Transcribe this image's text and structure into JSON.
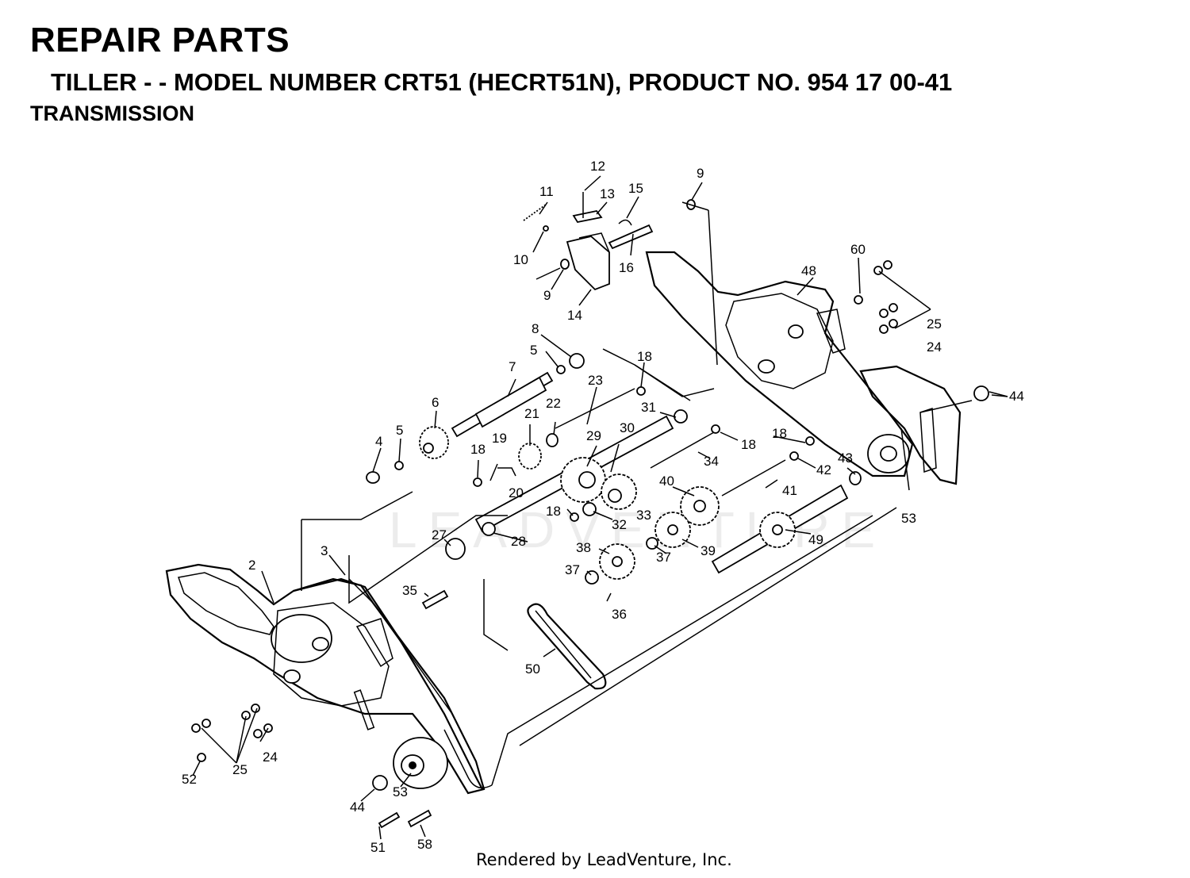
{
  "header": {
    "title": "REPAIR PARTS",
    "subtitle": "TILLER - - MODEL NUMBER CRT51 (HECRT51N), PRODUCT NO. 954 17 00-41",
    "section": "TRANSMISSION"
  },
  "watermark": "LEADVENTURE",
  "footer": "Rendered by LeadVenture, Inc.",
  "callouts": {
    "c2": "2",
    "c3": "3",
    "c4": "4",
    "c5a": "5",
    "c5b": "5",
    "c6": "6",
    "c7": "7",
    "c8": "8",
    "c9a": "9",
    "c9b": "9",
    "c10": "10",
    "c11": "11",
    "c12": "12",
    "c13": "13",
    "c14": "14",
    "c15": "15",
    "c16": "16",
    "c18a": "18",
    "c18b": "18",
    "c18c": "18",
    "c18d": "18",
    "c18e": "18",
    "c19": "19",
    "c20": "20",
    "c21": "21",
    "c22": "22",
    "c23": "23",
    "c24a": "24",
    "c24b": "24",
    "c25a": "25",
    "c25b": "25",
    "c27": "27",
    "c28": "28",
    "c29": "29",
    "c30": "30",
    "c31": "31",
    "c32": "32",
    "c33": "33",
    "c34": "34",
    "c35": "35",
    "c36": "36",
    "c37a": "37",
    "c37b": "37",
    "c38": "38",
    "c39": "39",
    "c40": "40",
    "c41": "41",
    "c42": "42",
    "c43": "43",
    "c44a": "44",
    "c44b": "44",
    "c48": "48",
    "c49": "49",
    "c50": "50",
    "c51": "51",
    "c52": "52",
    "c53a": "53",
    "c53b": "53",
    "c58": "58",
    "c60": "60"
  }
}
